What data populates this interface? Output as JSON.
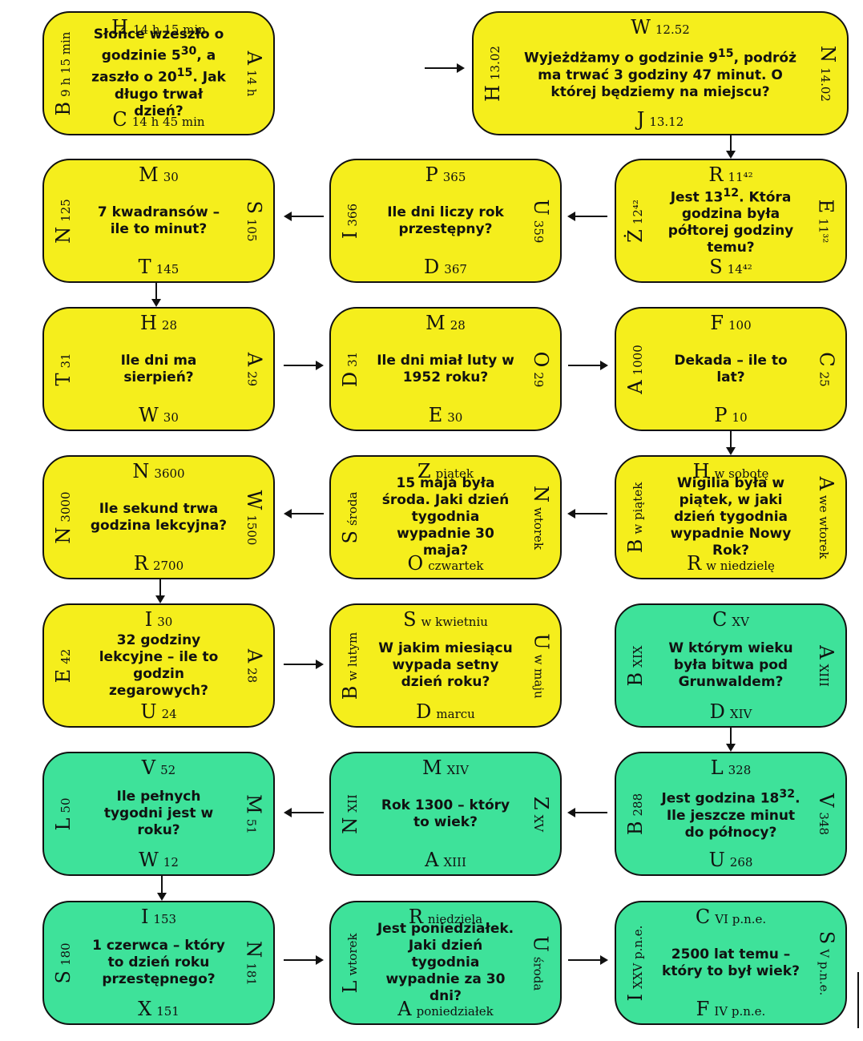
{
  "cards": [
    {
      "color": "yellow",
      "top": {
        "L": "H",
        "V": "14 h 15 min"
      },
      "left": {
        "L": "B",
        "V": "9 h 15 min"
      },
      "right": {
        "L": "A",
        "V": "14 h"
      },
      "bottom": {
        "L": "C",
        "V": "14 h 45 min"
      },
      "question": [
        "Słońce wzeszło o godzinie 5",
        "30",
        ", a zaszło o 20",
        "15",
        ". Jak długo trwał dzień?"
      ]
    },
    {
      "color": "yellow",
      "top": {
        "L": "W",
        "V": "12.52"
      },
      "left": {
        "L": "H",
        "V": "13.02"
      },
      "right": {
        "L": "N",
        "V": "14.02"
      },
      "bottom": {
        "L": "J",
        "V": "13.12"
      },
      "question": [
        "Wyjeżdżamy o godzinie 9",
        "15",
        ", podróż ma trwać 3 godziny 47 minut. O której będziemy na miejscu?"
      ]
    },
    {
      "color": "yellow",
      "top": {
        "L": "M",
        "V": "30"
      },
      "left": {
        "L": "N",
        "V": "125"
      },
      "right": {
        "L": "S",
        "V": "105"
      },
      "bottom": {
        "L": "T",
        "V": "145"
      },
      "question": [
        "7 kwadransów – ile to minut?"
      ]
    },
    {
      "color": "yellow",
      "top": {
        "L": "P",
        "V": "365"
      },
      "left": {
        "L": "I",
        "V": "366"
      },
      "right": {
        "L": "U",
        "V": "359"
      },
      "bottom": {
        "L": "D",
        "V": "367"
      },
      "question": [
        "Ile dni liczy rok przestępny?"
      ]
    },
    {
      "color": "yellow",
      "top": {
        "L": "R",
        "V": "11⁴²"
      },
      "left": {
        "L": "Ż",
        "V": "12⁴²"
      },
      "right": {
        "L": "E",
        "V": "11³²"
      },
      "bottom": {
        "L": "S",
        "V": "14⁴²"
      },
      "question": [
        "Jest 13",
        "12",
        ". Która godzina była półtorej godziny temu?"
      ]
    },
    {
      "color": "yellow",
      "top": {
        "L": "H",
        "V": "28"
      },
      "left": {
        "L": "T",
        "V": "31"
      },
      "right": {
        "L": "A",
        "V": "29"
      },
      "bottom": {
        "L": "W",
        "V": "30"
      },
      "question": [
        "Ile dni ma sierpień?"
      ]
    },
    {
      "color": "yellow",
      "top": {
        "L": "M",
        "V": "28"
      },
      "left": {
        "L": "D",
        "V": "31"
      },
      "right": {
        "L": "O",
        "V": "29"
      },
      "bottom": {
        "L": "E",
        "V": "30"
      },
      "question": [
        "Ile dni miał luty w 1952 roku?"
      ]
    },
    {
      "color": "yellow",
      "top": {
        "L": "F",
        "V": "100"
      },
      "left": {
        "L": "A",
        "V": "1000"
      },
      "right": {
        "L": "C",
        "V": "25"
      },
      "bottom": {
        "L": "P",
        "V": "10"
      },
      "question": [
        "Dekada – ile to lat?"
      ]
    },
    {
      "color": "yellow",
      "top": {
        "L": "N",
        "V": "3600"
      },
      "left": {
        "L": "N",
        "V": "3000"
      },
      "right": {
        "L": "W",
        "V": "1500"
      },
      "bottom": {
        "L": "R",
        "V": "2700"
      },
      "question": [
        "Ile sekund trwa godzina lekcyjna?"
      ]
    },
    {
      "color": "yellow",
      "top": {
        "L": "Z",
        "V": "piątek"
      },
      "left": {
        "L": "S",
        "V": "środa"
      },
      "right": {
        "L": "N",
        "V": "wtorek"
      },
      "bottom": {
        "L": "O",
        "V": "czwartek"
      },
      "question": [
        "15 maja była środa. Jaki dzień tygodnia wypadnie 30 maja?"
      ]
    },
    {
      "color": "yellow",
      "top": {
        "L": "H",
        "V": "w sobotę"
      },
      "left": {
        "L": "B",
        "V": "w piątek"
      },
      "right": {
        "L": "A",
        "V": "we wtorek"
      },
      "bottom": {
        "L": "R",
        "V": "w niedzielę"
      },
      "question": [
        "Wigilia była w piątek, w jaki dzień tygodnia wypadnie Nowy Rok?"
      ]
    },
    {
      "color": "yellow",
      "top": {
        "L": "I",
        "V": "30"
      },
      "left": {
        "L": "E",
        "V": "42"
      },
      "right": {
        "L": "A",
        "V": "28"
      },
      "bottom": {
        "L": "U",
        "V": "24"
      },
      "question": [
        "32 godziny lekcyjne – ile to godzin zegarowych?"
      ]
    },
    {
      "color": "yellow",
      "top": {
        "L": "S",
        "V": "w kwietniu"
      },
      "left": {
        "L": "B",
        "V": "w lutym"
      },
      "right": {
        "L": "U",
        "V": "w maju"
      },
      "bottom": {
        "L": "D",
        "V": "marcu"
      },
      "question": [
        "W jakim miesiącu wypada setny dzień roku?"
      ]
    },
    {
      "color": "green",
      "top": {
        "L": "C",
        "V": "XV"
      },
      "left": {
        "L": "B",
        "V": "XIX"
      },
      "right": {
        "L": "A",
        "V": "XIII"
      },
      "bottom": {
        "L": "D",
        "V": "XIV"
      },
      "question": [
        "W którym wieku była bitwa pod Grunwaldem?"
      ]
    },
    {
      "color": "green",
      "top": {
        "L": "V",
        "V": "52"
      },
      "left": {
        "L": "L",
        "V": "50"
      },
      "right": {
        "L": "M",
        "V": "51"
      },
      "bottom": {
        "L": "W",
        "V": "12"
      },
      "question": [
        "Ile pełnych tygodni jest w roku?"
      ]
    },
    {
      "color": "green",
      "top": {
        "L": "M",
        "V": "XIV"
      },
      "left": {
        "L": "N",
        "V": "XII"
      },
      "right": {
        "L": "Z",
        "V": "XV"
      },
      "bottom": {
        "L": "A",
        "V": "XIII"
      },
      "question": [
        "Rok 1300 – który to wiek?"
      ]
    },
    {
      "color": "green",
      "top": {
        "L": "L",
        "V": "328"
      },
      "left": {
        "L": "B",
        "V": "288"
      },
      "right": {
        "L": "V",
        "V": "348"
      },
      "bottom": {
        "L": "U",
        "V": "268"
      },
      "question": [
        "Jest godzina 18",
        "32",
        ". Ile jeszcze minut do północy?"
      ]
    },
    {
      "color": "green",
      "top": {
        "L": "I",
        "V": "153"
      },
      "left": {
        "L": "S",
        "V": "180"
      },
      "right": {
        "L": "N",
        "V": "181"
      },
      "bottom": {
        "L": "X",
        "V": "151"
      },
      "question": [
        "1 czerwca – który to dzień roku przestępnego?"
      ]
    },
    {
      "color": "green",
      "top": {
        "L": "R",
        "V": "niedziela"
      },
      "left": {
        "L": "L",
        "V": "wtorek"
      },
      "right": {
        "L": "U",
        "V": "środa"
      },
      "bottom": {
        "L": "A",
        "V": "poniedziałek"
      },
      "question": [
        "Jest poniedziałek. Jaki dzień tygodnia wypadnie za 30 dni?"
      ]
    },
    {
      "color": "green",
      "top": {
        "L": "C",
        "V": "VI p.n.e."
      },
      "left": {
        "L": "I",
        "V": "XXV p.n.e."
      },
      "right": {
        "L": "S",
        "V": "V p.n.e."
      },
      "bottom": {
        "L": "F",
        "V": "IV p.n.e."
      },
      "question": [
        "2500 lat temu – który to był wiek?"
      ]
    }
  ]
}
